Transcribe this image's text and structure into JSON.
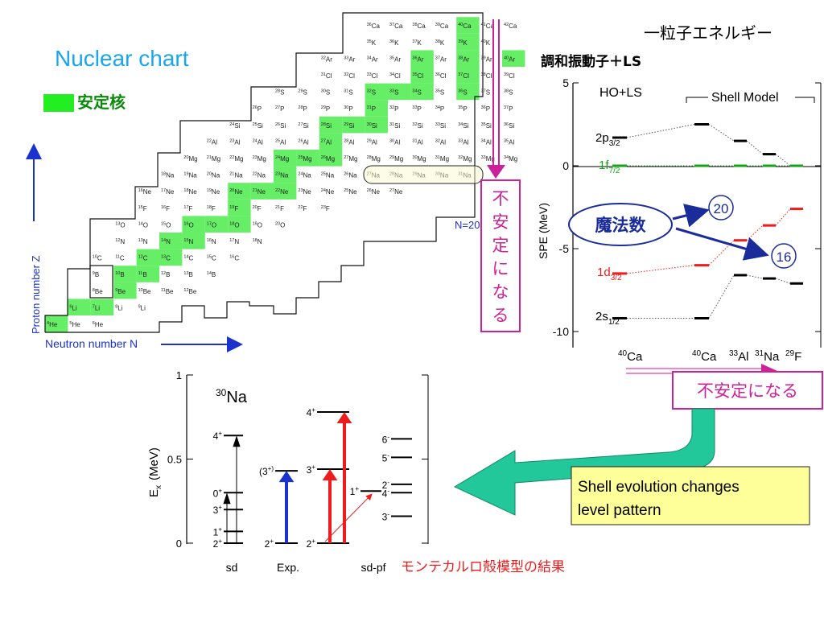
{
  "chart_title": "Nuclear chart",
  "legend_label": "安定核",
  "axis_z": "Proton number Z",
  "axis_n": "Neutron number N",
  "n20_label": "N=20",
  "vertical_box": "不安定になる",
  "spe": {
    "top_title": "一粒子エネルギー",
    "subtitle": "調和振動子＋LS",
    "ho_label": "HO+LS",
    "shell_label": "Shell Model",
    "ylabel": "SPE (MeV)",
    "ticks": [
      "5",
      "0",
      "-5",
      "-10"
    ],
    "xlabels": [
      "40Ca",
      "40Ca",
      "33Al",
      "31Na",
      "29F"
    ],
    "orbit_2p": "2p",
    "orbit_2p_sub": "3/2",
    "orbit_1f": "1f",
    "orbit_1f_sub": "7/2",
    "orbit_1d": "1d",
    "orbit_1d_sub": "3/2",
    "orbit_2s": "2s",
    "orbit_2s_sub": "1/2",
    "magic_label": "魔法数",
    "magic_20": "20",
    "magic_16": "16"
  },
  "unstable_box": "不安定になる",
  "shell_evolution": [
    "Shell evolution changes",
    "level pattern"
  ],
  "level": {
    "nucleus_mass": "30",
    "nucleus_sym": "Na",
    "ylabel": "E",
    "ylabel_sub": "x",
    "ylabel_unit": "(MeV)",
    "ticks": [
      "1",
      "0.5",
      "0"
    ],
    "columns": [
      "sd",
      "Exp.",
      "sd-pf"
    ],
    "footer": "モンテカルロ殻模型の結果"
  },
  "colors": {
    "stable": "#66ee66",
    "magenta": "#cc2299",
    "blue": "#1b32cc",
    "red": "#ee1c1c",
    "green_arrow": "#22c79a"
  },
  "chart_data": {
    "type": "line",
    "title": "",
    "ylabel": "SPE (MeV)",
    "ylim": [
      -10,
      5
    ],
    "categories": [
      "40Ca (HO+LS)",
      "40Ca",
      "33Al",
      "31Na",
      "29F"
    ],
    "series": [
      {
        "name": "2p3/2",
        "values": [
          1.7,
          2.5,
          1.5,
          0.7,
          0.0
        ]
      },
      {
        "name": "1f7/2",
        "values": [
          0.0,
          0.0,
          0.0,
          0.0,
          0.0
        ]
      },
      {
        "name": "1d3/2",
        "values": [
          -6.5,
          -6.0,
          -4.5,
          -3.6,
          -2.6
        ]
      },
      {
        "name": "2s1/2",
        "values": [
          -9.2,
          -9.2,
          -6.6,
          -6.8,
          -7.1
        ]
      }
    ]
  }
}
